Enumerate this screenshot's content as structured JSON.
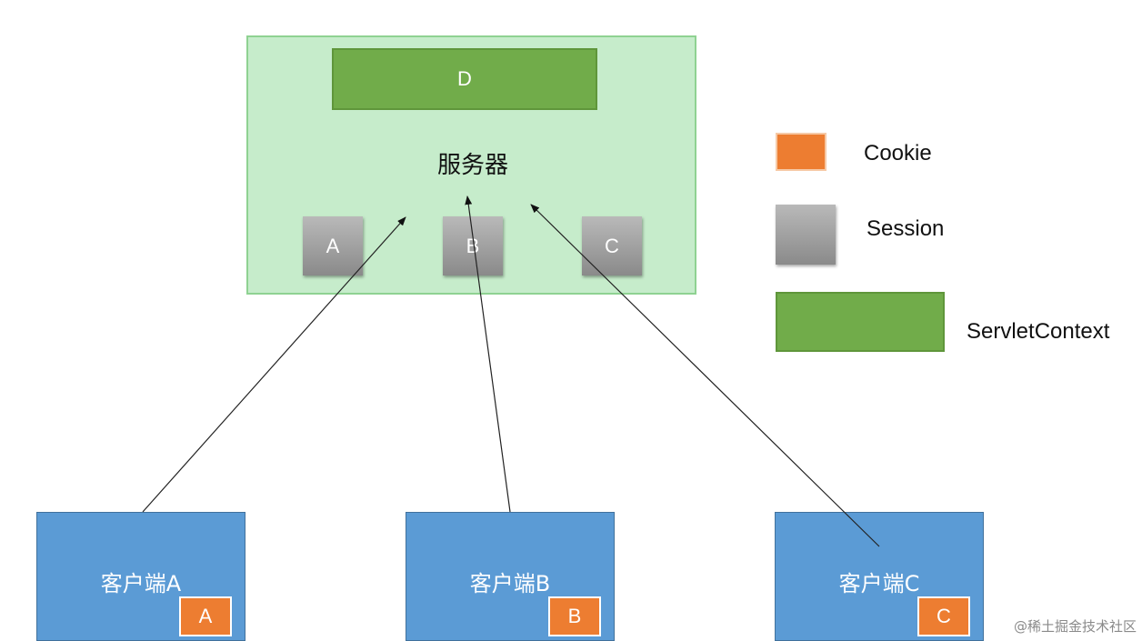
{
  "server": {
    "label": "服务器",
    "context_label": "D",
    "sessions": [
      "A",
      "B",
      "C"
    ]
  },
  "clients": [
    {
      "label": "客户端A",
      "cookie": "A"
    },
    {
      "label": "客户端B",
      "cookie": "B"
    },
    {
      "label": "客户端C",
      "cookie": "C"
    }
  ],
  "legend": {
    "cookie": "Cookie",
    "session": "Session",
    "context": "ServletContext"
  },
  "watermark": "@稀土掘金技术社区",
  "colors": {
    "server_bg": "#c6eccb",
    "context": "#71ac4a",
    "session": "#a0a0a0",
    "client": "#5b9bd5",
    "cookie": "#ed7d31"
  }
}
